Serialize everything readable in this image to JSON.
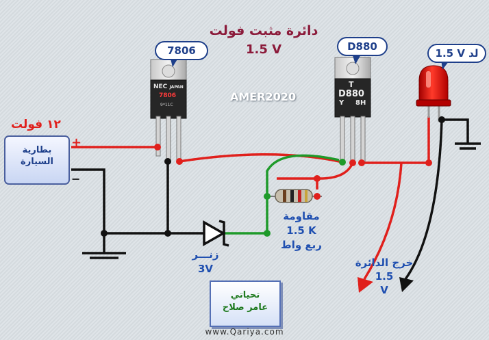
{
  "title": {
    "line1": "دائرة مثبت فولت",
    "line2": "1.5 V"
  },
  "watermark": "AMER2020",
  "footer": "www.Qariya.com",
  "battery": {
    "label_line1": "بطارية",
    "label_line2": "السيارة",
    "voltage": "١٢ فولت",
    "plus": "+",
    "minus": "−"
  },
  "regulator": {
    "callout": "7806",
    "brand": "NEC",
    "brand_sub": "JAPAN",
    "part": "7806",
    "code": "9*11C"
  },
  "transistor": {
    "callout": "D880",
    "letter": "T",
    "part": "D880",
    "code_left": "Y",
    "code_right": "8H"
  },
  "led": {
    "callout": "1.5 V لد"
  },
  "resistor": {
    "line1": "مقاومة",
    "line2": "1.5 K",
    "line3": "ربع واط"
  },
  "zener": {
    "line1": "زنـــر",
    "line2": "3V"
  },
  "output": {
    "line1": "خرج الدائرة",
    "line2": "1.5",
    "line3": "V"
  },
  "credit": {
    "line1": "تحياتي",
    "line2": "عامر صلاح"
  },
  "colors": {
    "wire_red": "#e0201c",
    "wire_black": "#111111",
    "wire_green": "#1e9a2a",
    "title": "#8b1a3a",
    "label_blue": "#1f4fb0"
  }
}
